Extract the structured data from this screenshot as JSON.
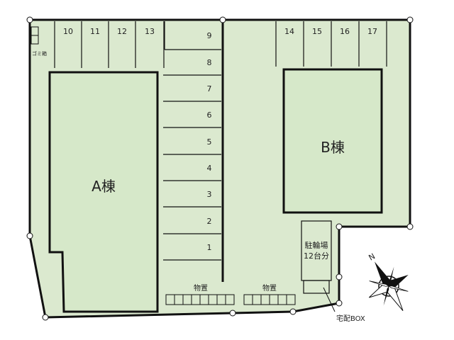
{
  "colors": {
    "lot_fill": "#dbe9cf",
    "building_fill": "#d6e8c9",
    "line": "#111111",
    "background": "#ffffff"
  },
  "labels": {
    "building_a": "A棟",
    "building_b": "B棟",
    "bike_parking_line1": "駐輪場",
    "bike_parking_line2": "12台分",
    "storage_left": "物置",
    "storage_right": "物置",
    "garbage": "ゴミ箱",
    "delivery_box": "宅配BOX",
    "north": "N"
  },
  "parking": {
    "top_left": [
      "10",
      "11",
      "12",
      "13"
    ],
    "middle": [
      "9",
      "8",
      "7",
      "6",
      "5",
      "4",
      "3",
      "2",
      "1"
    ],
    "top_right": [
      "14",
      "15",
      "16",
      "17"
    ]
  },
  "icons": {
    "compass": "compass-rose-icon"
  }
}
